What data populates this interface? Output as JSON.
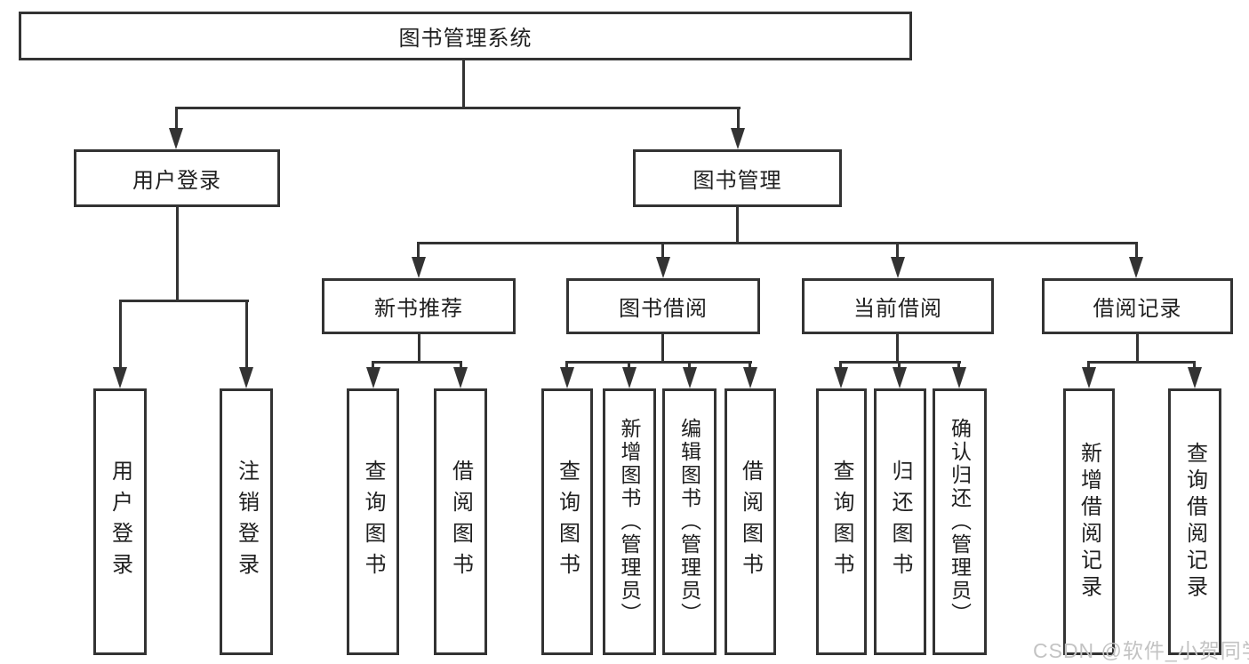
{
  "diagram": {
    "type": "hierarchy-tree",
    "nodes": {
      "root": "图书管理系统",
      "user_login": "用户登录",
      "book_mgmt": "图书管理",
      "new_book_rec": "新书推荐",
      "book_borrow": "图书借阅",
      "current_borrow": "当前借阅",
      "borrow_records": "借阅记录",
      "leaf_user_login": "用户登录",
      "leaf_logout": "注销登录",
      "leaf_nbr_query": "查询图书",
      "leaf_nbr_borrow": "借阅图书",
      "leaf_bb_query": "查询图书",
      "leaf_bb_add": "新增图书（管理员）",
      "leaf_bb_edit": "编辑图书（管理员）",
      "leaf_bb_borrow": "借阅图书",
      "leaf_cb_query": "查询图书",
      "leaf_cb_return": "归还图书",
      "leaf_cb_confirm": "确认归还（管理员）",
      "leaf_br_add": "新增借阅记录",
      "leaf_br_query": "查询借阅记录"
    },
    "edges": [
      [
        "root",
        "user_login"
      ],
      [
        "root",
        "book_mgmt"
      ],
      [
        "user_login",
        "leaf_user_login"
      ],
      [
        "user_login",
        "leaf_logout"
      ],
      [
        "book_mgmt",
        "new_book_rec"
      ],
      [
        "book_mgmt",
        "book_borrow"
      ],
      [
        "book_mgmt",
        "current_borrow"
      ],
      [
        "book_mgmt",
        "borrow_records"
      ],
      [
        "new_book_rec",
        "leaf_nbr_query"
      ],
      [
        "new_book_rec",
        "leaf_nbr_borrow"
      ],
      [
        "book_borrow",
        "leaf_bb_query"
      ],
      [
        "book_borrow",
        "leaf_bb_add"
      ],
      [
        "book_borrow",
        "leaf_bb_edit"
      ],
      [
        "book_borrow",
        "leaf_bb_borrow"
      ],
      [
        "current_borrow",
        "leaf_cb_query"
      ],
      [
        "current_borrow",
        "leaf_cb_return"
      ],
      [
        "current_borrow",
        "leaf_cb_confirm"
      ],
      [
        "borrow_records",
        "leaf_br_add"
      ],
      [
        "borrow_records",
        "leaf_br_query"
      ]
    ],
    "colors": {
      "line": "#333333",
      "box_border": "#333333",
      "box_fill": "#ffffff",
      "text": "#1f1f1f",
      "background": "#ffffff",
      "watermark": "#c3c3c3"
    }
  },
  "watermark": "CSDN @软件_小贺同学"
}
